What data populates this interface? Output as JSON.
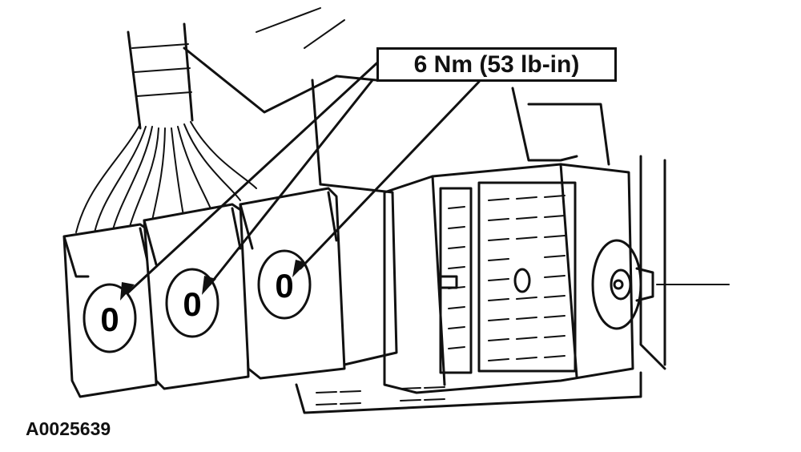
{
  "callout": {
    "torque_label": "6 Nm (53 lb-in)"
  },
  "figure": {
    "id": "A0025639"
  },
  "connectors": [
    {
      "bolt_label": "0"
    },
    {
      "bolt_label": "0"
    },
    {
      "bolt_label": "0"
    }
  ]
}
